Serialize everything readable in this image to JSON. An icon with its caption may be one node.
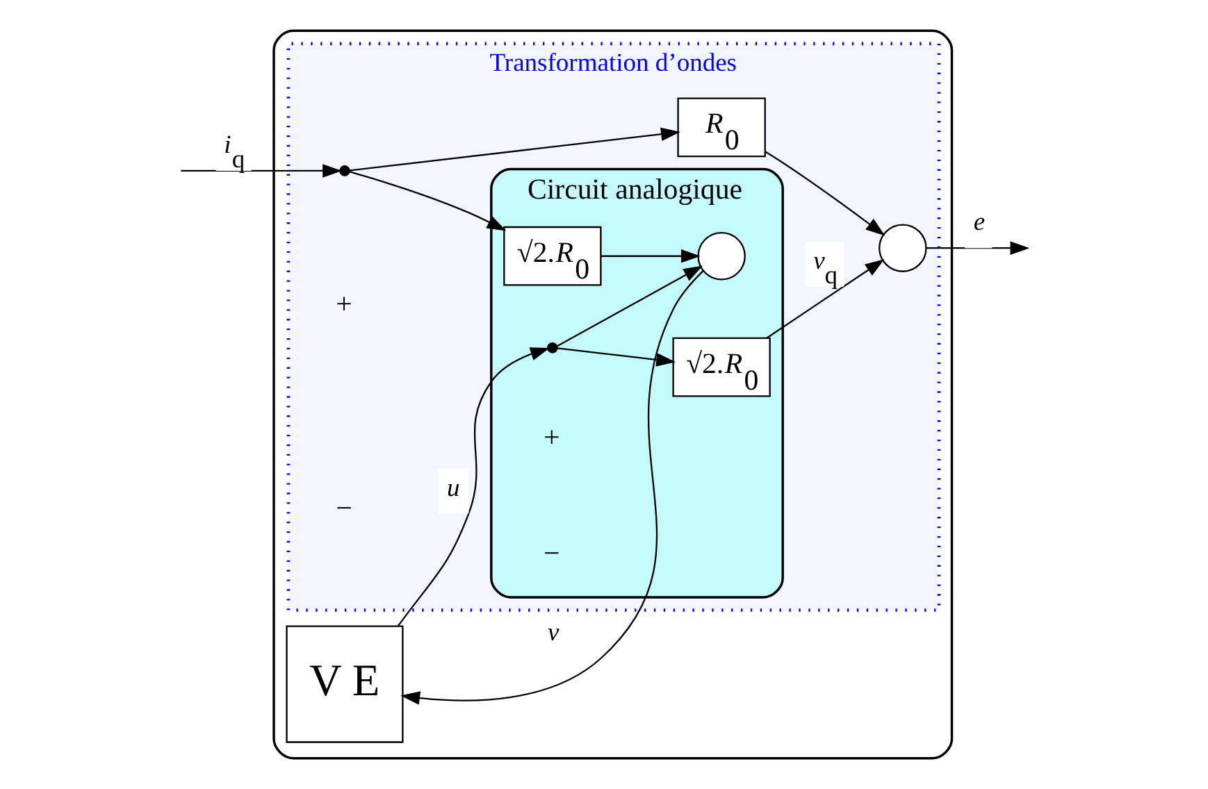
{
  "diagram": {
    "nodes": [
      {
        "text": [],
        "shape": "box"
      },
      {
        "text": [
          "Transformation d’ondes"
        ],
        "in": 0
      },
      {
        "text": [
          "Circuit analogique"
        ],
        "in": 1
      },
      {
        "text": [
          "V E"
        ],
        "in": 0
      },
      {
        "text": [],
        "shape": "dot",
        "in": 2
      },
      {
        "text": [
          "√2.*R*$_{0}$"
        ],
        "in": 2
      },
      {
        "text": [],
        "shape": "circle",
        "in": 1
      },
      {
        "text": [
          "*R*$_{0}$"
        ],
        "in": 1
      },
      {
        "text": [],
        "shape": "dot",
        "in": 1
      },
      {
        "text": [
          "√2.*R*$_{0}$"
        ],
        "in": 2
      },
      {
        "text": [],
        "shape": "circle",
        "in": 2
      }
    ],
    "edges": [
      {
        "from": 3,
        "to": 4,
        "arrow": "to",
        "label": "*u*"
      },
      {
        "from": 4,
        "to": 5,
        "arrow": "to"
      },
      {
        "from": 5,
        "to": 6,
        "arrow": "to",
        "label": "*v*$_{q}$"
      },
      {
        "from": 6,
        "to": null,
        "arrow": "to",
        "label": "*e*"
      },
      {
        "from": 4,
        "to": 10,
        "arrow": "to"
      },
      {
        "from": null,
        "to": 8,
        "arrow": "to",
        "label": "*i*$_{q}$"
      },
      {
        "from": 8,
        "to": 7,
        "arrow": "to"
      },
      {
        "from": 7,
        "to": 6,
        "arrow": "to"
      },
      {
        "from": 8,
        "to": 9,
        "arrow": "to"
      },
      {
        "from": 9,
        "to": 10,
        "arrow": "to"
      },
      {
        "from": 10,
        "to": 3,
        "arrow": "to",
        "label": "*v*"
      }
    ],
    "labels": [
      "+",
      "−",
      "+",
      "−"
    ]
  }
}
